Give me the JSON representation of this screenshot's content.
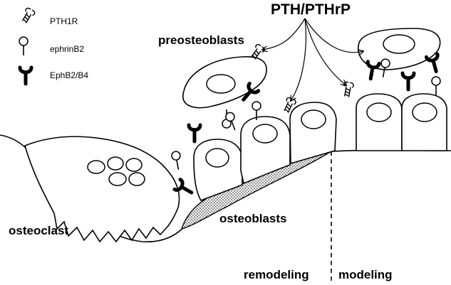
{
  "legend": {
    "pth1r": "PTH1R",
    "ephrinb2": "ephrinB2",
    "ephb2b4": "EphB2/B4"
  },
  "labels": {
    "pth_pthrp": "PTH/PTHrP",
    "preosteoblasts": "preosteoblasts",
    "osteoblasts": "osteoblasts",
    "osteoclast": "osteoclast",
    "remodeling": "remodeling",
    "modeling": "modeling"
  }
}
